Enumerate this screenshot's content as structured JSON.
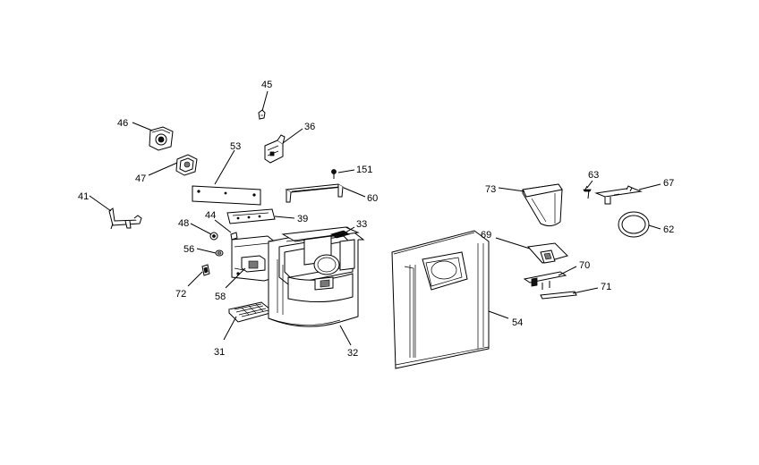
{
  "callouts": [
    {
      "id": "45",
      "label": "45"
    },
    {
      "id": "46",
      "label": "46"
    },
    {
      "id": "36",
      "label": "36"
    },
    {
      "id": "53",
      "label": "53"
    },
    {
      "id": "47",
      "label": "47"
    },
    {
      "id": "151",
      "label": "151"
    },
    {
      "id": "41",
      "label": "41"
    },
    {
      "id": "60",
      "label": "60"
    },
    {
      "id": "48",
      "label": "48"
    },
    {
      "id": "44",
      "label": "44"
    },
    {
      "id": "39",
      "label": "39"
    },
    {
      "id": "33",
      "label": "33"
    },
    {
      "id": "56",
      "label": "56"
    },
    {
      "id": "72",
      "label": "72"
    },
    {
      "id": "58",
      "label": "58"
    },
    {
      "id": "31",
      "label": "31"
    },
    {
      "id": "32",
      "label": "32"
    },
    {
      "id": "63",
      "label": "63"
    },
    {
      "id": "67",
      "label": "67"
    },
    {
      "id": "73",
      "label": "73"
    },
    {
      "id": "62",
      "label": "62"
    },
    {
      "id": "69",
      "label": "69"
    },
    {
      "id": "70",
      "label": "70"
    },
    {
      "id": "71",
      "label": "71"
    },
    {
      "id": "54",
      "label": "54"
    }
  ]
}
